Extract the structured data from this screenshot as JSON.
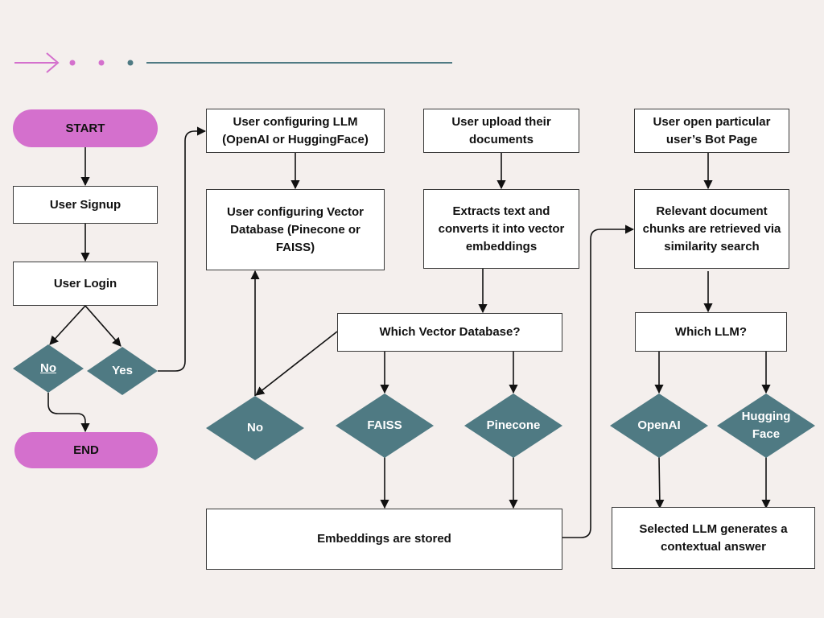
{
  "colors": {
    "background": "#f4efed",
    "pill": "#d470cd",
    "diamond": "#4f7a83",
    "line": "#111111",
    "decor_arrow": "#d470cd",
    "decor_line": "#4f7a83"
  },
  "nodes": {
    "start": "START",
    "end": "END",
    "signup": "User Signup",
    "login": "User Login",
    "decision_no": "No",
    "decision_yes": "Yes",
    "config_llm": "User configuring LLM (OpenAI or HuggingFace)",
    "config_vdb": "User configuring Vector Database (Pinecone or FAISS)",
    "upload_docs": "User upload their documents",
    "extract_text": "Extracts text and converts it into vector embeddings",
    "which_vdb": "Which Vector Database?",
    "vdb_no": "No",
    "vdb_faiss": "FAISS",
    "vdb_pinecone": "Pinecone",
    "stored": "Embeddings are stored",
    "open_bot": "User open particular user’s Bot Page",
    "retrieve": "Relevant document chunks are retrieved via similarity search",
    "which_llm": "Which LLM?",
    "llm_openai": "OpenAI",
    "llm_hf": "Hugging Face",
    "answer": "Selected LLM generates a contextual answer"
  }
}
